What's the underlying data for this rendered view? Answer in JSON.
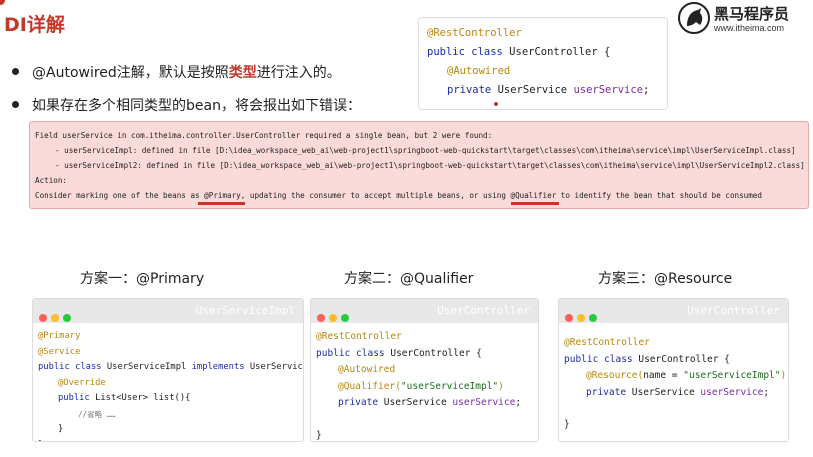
{
  "title": "DI详解",
  "logo": {
    "name": "黑马程序员",
    "url": "www.itheima.com"
  },
  "bullets": [
    {
      "pre": "@Autowired注解，默认是按照",
      "highlight": "类型",
      "post": "进行注入的。"
    },
    {
      "pre": "如果存在多个相同类型的bean，将会报出如下错误：",
      "highlight": "",
      "post": ""
    }
  ],
  "top_code": {
    "l1": "@RestController",
    "l2_kw": "public class",
    "l2_name": " UserController {",
    "l3": "@Autowired",
    "l4_kw": "private",
    "l4_type": " UserService ",
    "l4_field": "userService",
    "l4_end": ";"
  },
  "error": {
    "line1": "Field userService in com.itheima.controller.UserController required a single bean, but 2 were found:",
    "line2": "- userServiceImpl: defined in file [D:\\idea_workspace_web_ai\\web-project1\\springboot-web-quickstart\\target\\classes\\com\\itheima\\service\\impl\\UserServiceImpl.class]",
    "line3": "- userServiceImpl2: defined in file [D:\\idea_workspace_web_ai\\web-project1\\springboot-web-quickstart\\target\\classes\\com\\itheima\\service\\impl\\UserServiceImpl2.class]",
    "line4": "Action:",
    "line5_a": "Consider marking one of the beans as ",
    "line5_b": "@Primary",
    "line5_c": ", updating the consumer to accept multiple beans, or using ",
    "line5_d": "@Qualifier",
    "line5_e": " to identify the bean that should be consumed"
  },
  "plans": [
    {
      "title": "方案一：@Primary",
      "window_title": "UserServiceImpl",
      "lines": {
        "a1": "@Primary",
        "a2": "@Service",
        "l3_kw1": "public class",
        "l3_n1": " UserServiceImpl ",
        "l3_kw2": "implements",
        "l3_n2": " UserService {",
        "l4": "@Override",
        "l5_kw": "public",
        "l5_rest": " List<User> list(){",
        "l6": "//省略 ……",
        "l7": "}",
        "l8": "}"
      }
    },
    {
      "title": "方案二：@Qualifier",
      "window_title": "UserController",
      "lines": {
        "a1": "@RestController",
        "l2_kw": "public class",
        "l2_n": " UserController {",
        "l3": "@Autowired",
        "l4_a": "@Qualifier(",
        "l4_s": "\"userServiceImpl\"",
        "l4_e": ")",
        "l5_kw": "private",
        "l5_t": " UserService ",
        "l5_f": "userService",
        "l5_e": ";",
        "l6": "}"
      }
    },
    {
      "title": "方案三：@Resource",
      "window_title": "UserController",
      "lines": {
        "a1": "@RestController",
        "l2_kw": "public class",
        "l2_n": " UserController {",
        "l3_a": "@Resource(",
        "l3_n": "name = ",
        "l3_s": "\"userServiceImpl\"",
        "l3_e": ")",
        "l4_kw": "private",
        "l4_t": " UserService ",
        "l4_f": "userService",
        "l4_e": ";",
        "l5": "}"
      }
    }
  ]
}
